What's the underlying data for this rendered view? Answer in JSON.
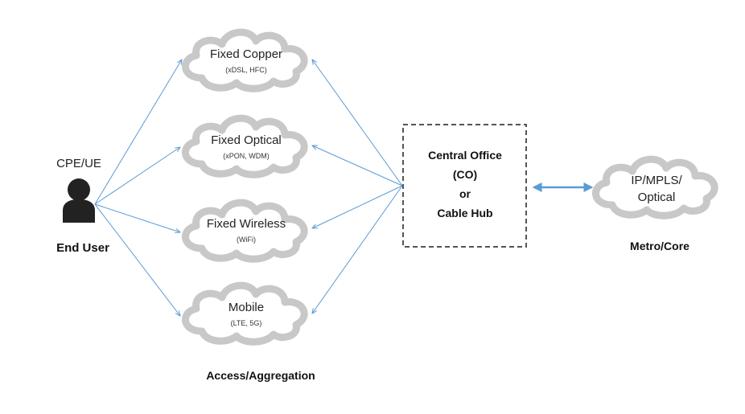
{
  "end_user": {
    "caption": "CPE/UE",
    "label": "End User",
    "icon": "user-silhouette-icon"
  },
  "access": {
    "label": "Access/Aggregation",
    "clouds": [
      {
        "title": "Fixed Copper",
        "subtitle": "(xDSL, HFC)"
      },
      {
        "title": "Fixed Optical",
        "subtitle": "(xPON, WDM)"
      },
      {
        "title": "Fixed Wireless",
        "subtitle": "(WiFi)"
      },
      {
        "title": "Mobile",
        "subtitle": "(LTE, 5G)"
      }
    ]
  },
  "central_office": {
    "lines": [
      "Central Office",
      "(CO)",
      "or",
      "Cable Hub"
    ]
  },
  "core": {
    "cloud_lines": [
      "IP/MPLS/",
      "Optical"
    ],
    "label": "Metro/Core"
  },
  "colors": {
    "cloud": "#c8c8c8",
    "arrow": "#5b9bd5",
    "box_border": "#555555",
    "text": "#111111"
  }
}
